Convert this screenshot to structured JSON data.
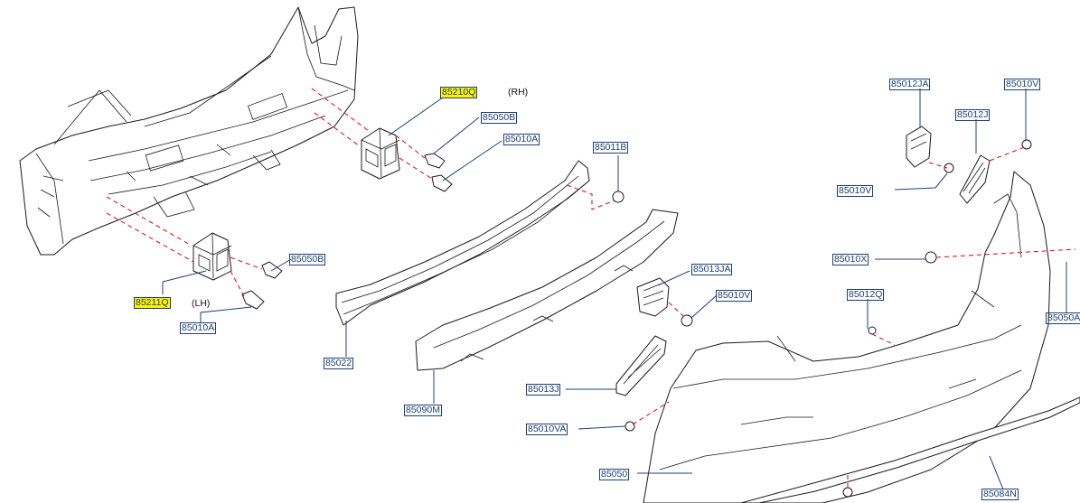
{
  "diagram": {
    "callouts": {
      "c85210Q": "85210Q",
      "c85211Q": "85211Q",
      "c85050B_top": "85050B",
      "c85050B_bot": "85050B",
      "c85010A_top": "85010A",
      "c85010A_bot": "85010A",
      "c85011B": "85011B",
      "c85022": "85022",
      "c85090M": "85090M",
      "c85013JA": "85013JA",
      "c85010V_mid": "85010V",
      "c85013J": "85013J",
      "c85010VA": "85010VA",
      "c85050": "85050",
      "c85012JA": "85012JA",
      "c85010V_topright": "85010V",
      "c85012J": "85012J",
      "c85010V_left": "85010V",
      "c85010X": "85010X",
      "c85012Q": "85012Q",
      "c85050A": "85050A",
      "c85084N": "85084N"
    },
    "side_labels": {
      "rh": "(RH)",
      "lh": "(LH)"
    },
    "highlight_color": "#fff200",
    "callout_color": "#1c3f7a",
    "dash_color": "#e0152a"
  }
}
